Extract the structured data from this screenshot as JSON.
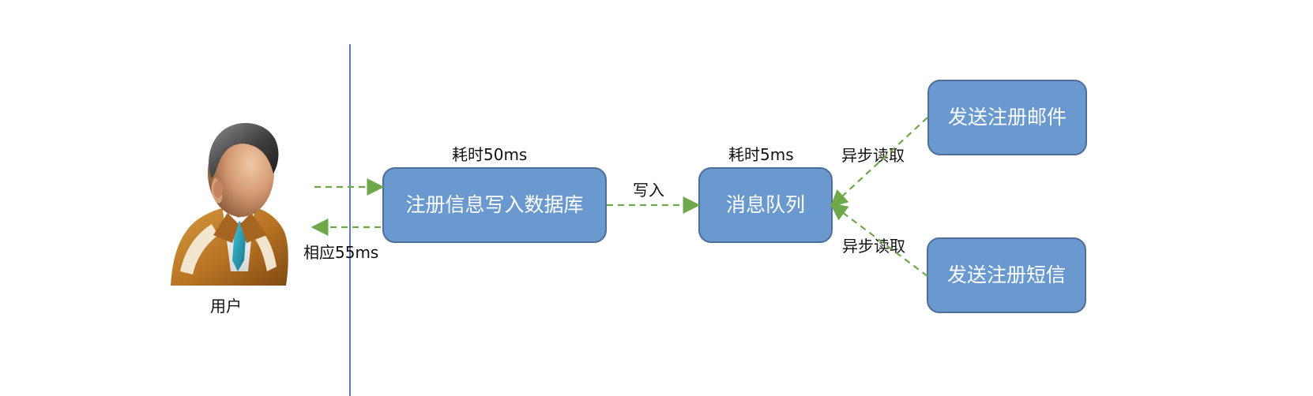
{
  "diagram": {
    "user": {
      "label": "用户"
    },
    "boxes": {
      "db": "注册信息写入数据库",
      "queue": "消息队列",
      "email": "发送注册邮件",
      "sms": "发送注册短信"
    },
    "labels": {
      "db_time": "耗时50ms",
      "queue_time": "耗时5ms",
      "write": "写入",
      "response": "相应55ms",
      "async_top": "异步读取",
      "async_bottom": "异步读取"
    },
    "colors": {
      "box_fill": "#6a99cf",
      "box_border": "#4d6f99",
      "arrow": "#6fa84a",
      "divider": "#5b7fbf"
    },
    "icons": {
      "user": "person-icon"
    }
  }
}
